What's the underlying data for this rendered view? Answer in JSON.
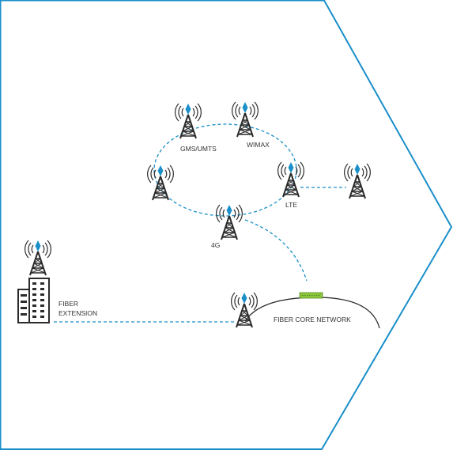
{
  "colors": {
    "frame": "#1a8fc9",
    "link": "#1a8fc9",
    "tower": "#2b2b2b",
    "diamond": "#1a8fc9",
    "core_device": "#8cc63f"
  },
  "labels": {
    "gsm": "GMS/UMTS",
    "wimax": "WIMAX",
    "lte": "LTE",
    "fourg": "4G",
    "fiber_extension_line1": "FIBER",
    "fiber_extension_line2": "EXTENSION",
    "fiber_core": "FIBER CORE NETWORK"
  },
  "icons": {
    "tower": "cell-tower-icon",
    "building": "building-icon",
    "core_device": "network-switch-icon"
  }
}
